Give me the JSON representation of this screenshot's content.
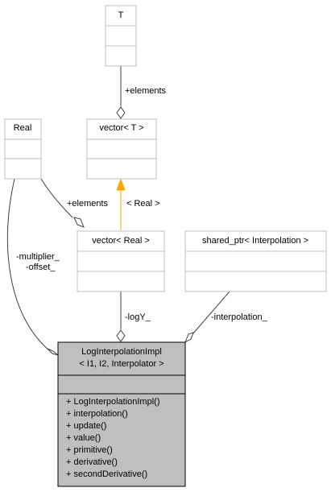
{
  "classes": {
    "t": {
      "title": "T",
      "attributes": [],
      "methods": []
    },
    "vector_t": {
      "title": "vector< T >",
      "attributes": [],
      "methods": []
    },
    "real": {
      "title": "Real",
      "attributes": [],
      "methods": []
    },
    "vector_real": {
      "title": "vector< Real >",
      "attributes": [],
      "methods": []
    },
    "shared_ptr": {
      "title": "shared_ptr< Interpolation >",
      "attributes": [],
      "methods": []
    },
    "log_interp": {
      "title_line1": "LogInterpolationImpl",
      "title_line2": "< I1, I2, Interpolator >",
      "attributes": [],
      "methods": [
        "+ LogInterpolationImpl()",
        "+ interpolation()",
        "+ update()",
        "+ value()",
        "+ primitive()",
        "+ derivative()",
        "+ secondDerivative()"
      ]
    }
  },
  "edges": {
    "t_to_vector_t": "+elements",
    "real_to_vector_real": "+elements",
    "vector_real_template_arg": "< Real >",
    "real_to_log_line1": "-multiplier_",
    "real_to_log_line2": "-offset_",
    "vector_real_to_log": "-logY_",
    "shared_ptr_to_log": "-interpolation_"
  },
  "colors": {
    "box_border": "#bfbfbf",
    "highlight_fill": "#bfbfbf",
    "highlight_border": "#000000",
    "edge_line": "#404040",
    "inheritance_arrow": "#ffa500"
  }
}
